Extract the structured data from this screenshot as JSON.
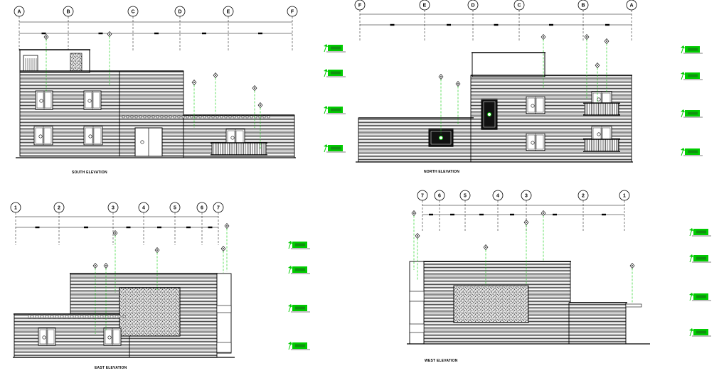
{
  "views": [
    {
      "id": "south",
      "title": "SOUTH ELEVATION",
      "grid_labels": [
        "A",
        "B",
        "C",
        "D",
        "E",
        "F"
      ]
    },
    {
      "id": "north",
      "title": "NORTH ELEVATION",
      "grid_labels": [
        "F",
        "E",
        "D",
        "C",
        "B",
        "A"
      ]
    },
    {
      "id": "east",
      "title": "EAST ELEVATION",
      "grid_labels": [
        "1",
        "2",
        "3",
        "4",
        "5",
        "6",
        "7"
      ]
    },
    {
      "id": "west",
      "title": "WEST ELEVATION",
      "grid_labels": [
        "7",
        "6",
        "5",
        "4",
        "3",
        "2",
        "1"
      ]
    }
  ],
  "colors": {
    "line": "#000000",
    "level_marker": "#00cc00",
    "leader": "#00cc00",
    "hatch": "#000000"
  }
}
